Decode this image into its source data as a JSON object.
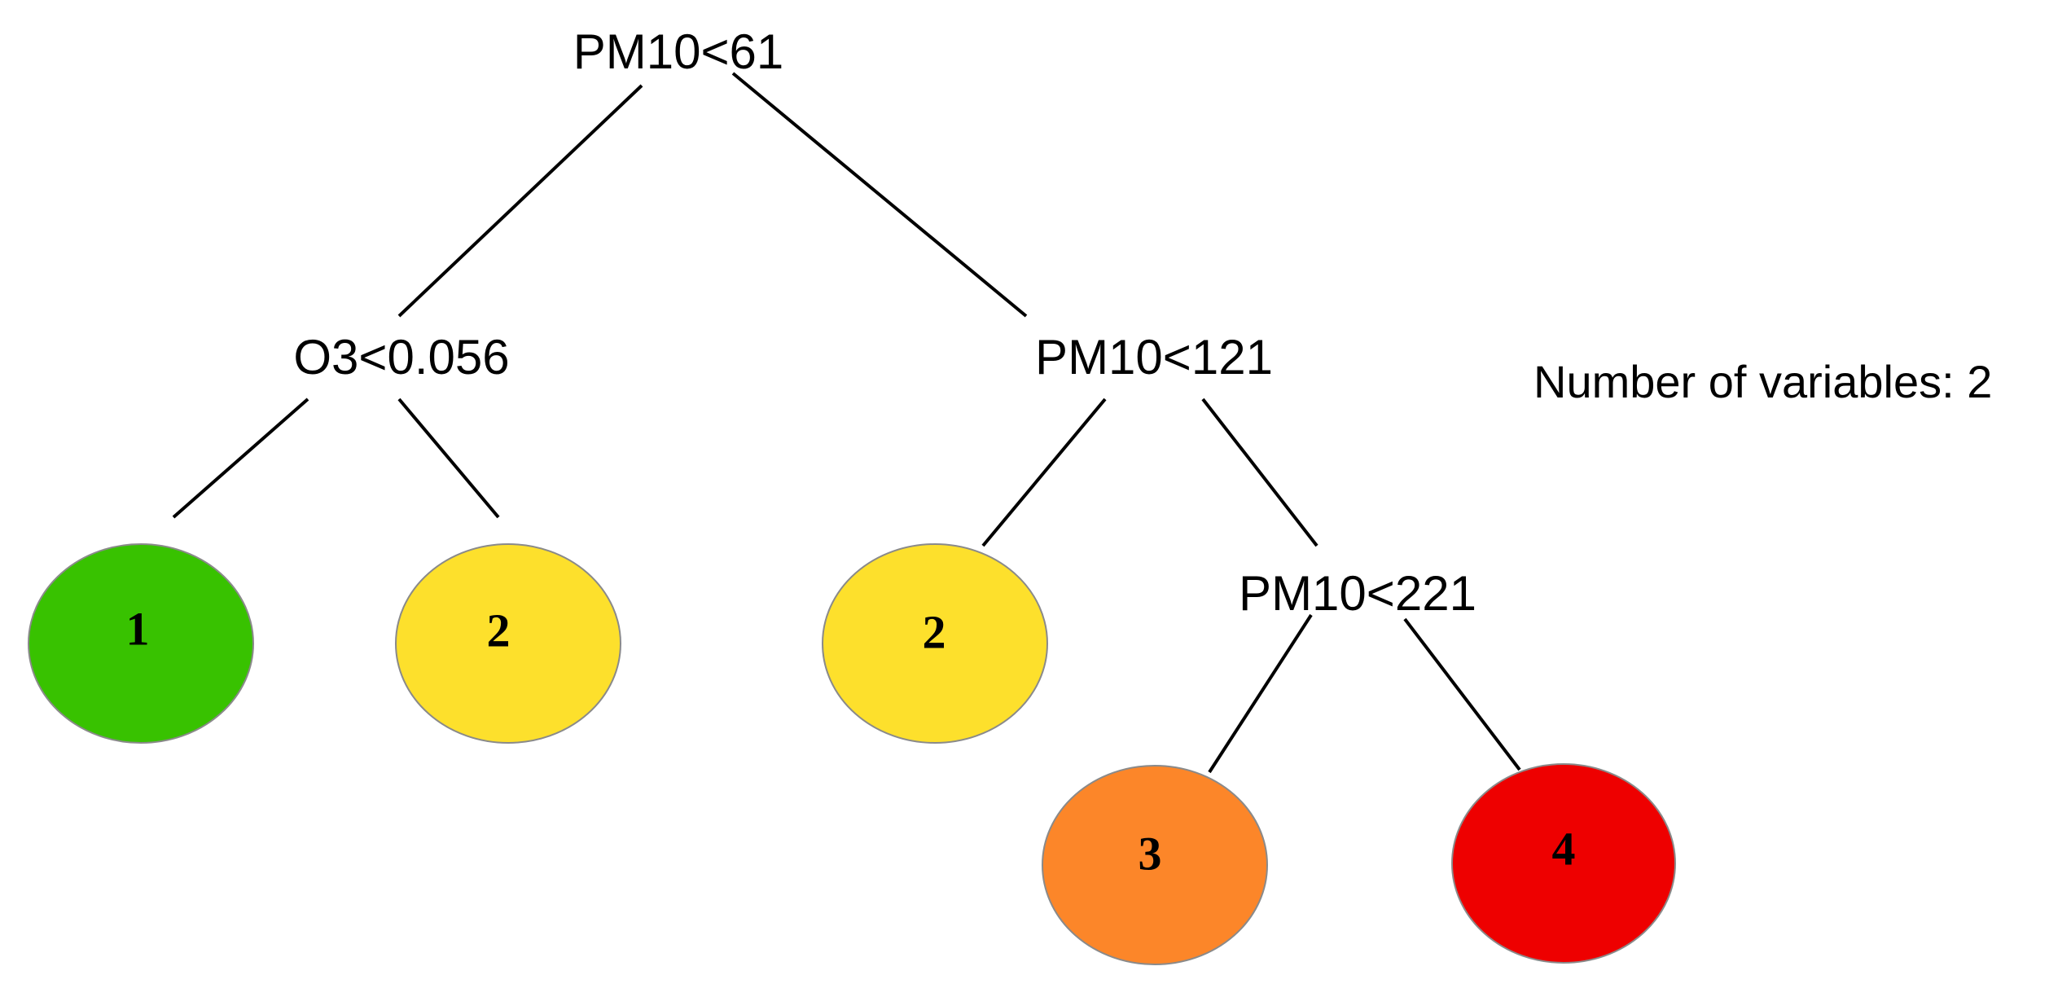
{
  "tree": {
    "splits": {
      "root": "PM10<61",
      "left": "O3<0.056",
      "right": "PM10<121",
      "right_right": "PM10<221"
    },
    "leaves": {
      "leaf_a": {
        "label": "1",
        "color": "#38c200"
      },
      "leaf_b": {
        "label": "2",
        "color": "#fde02c"
      },
      "leaf_c": {
        "label": "2",
        "color": "#fde02c"
      },
      "leaf_d": {
        "label": "3",
        "color": "#fc8629"
      },
      "leaf_e": {
        "label": "4",
        "color": "#ee0000"
      }
    }
  },
  "note": "Number of variables: 2"
}
